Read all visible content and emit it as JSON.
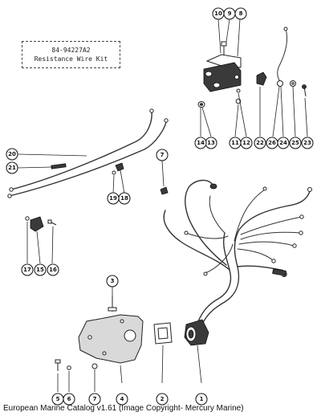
{
  "kit_label": {
    "part_number": "84-94227A2",
    "description": "Resistance Wire Kit"
  },
  "callouts": [
    "1",
    "2",
    "3",
    "4",
    "5",
    "6",
    "7",
    "8",
    "9",
    "10",
    "11",
    "12",
    "13",
    "14",
    "15",
    "16",
    "17",
    "18",
    "19",
    "20",
    "21",
    "22",
    "23",
    "24",
    "25",
    "26"
  ],
  "caption": "European Marine Catalog v1.61 (Image Copyright- Mercury Marine)"
}
